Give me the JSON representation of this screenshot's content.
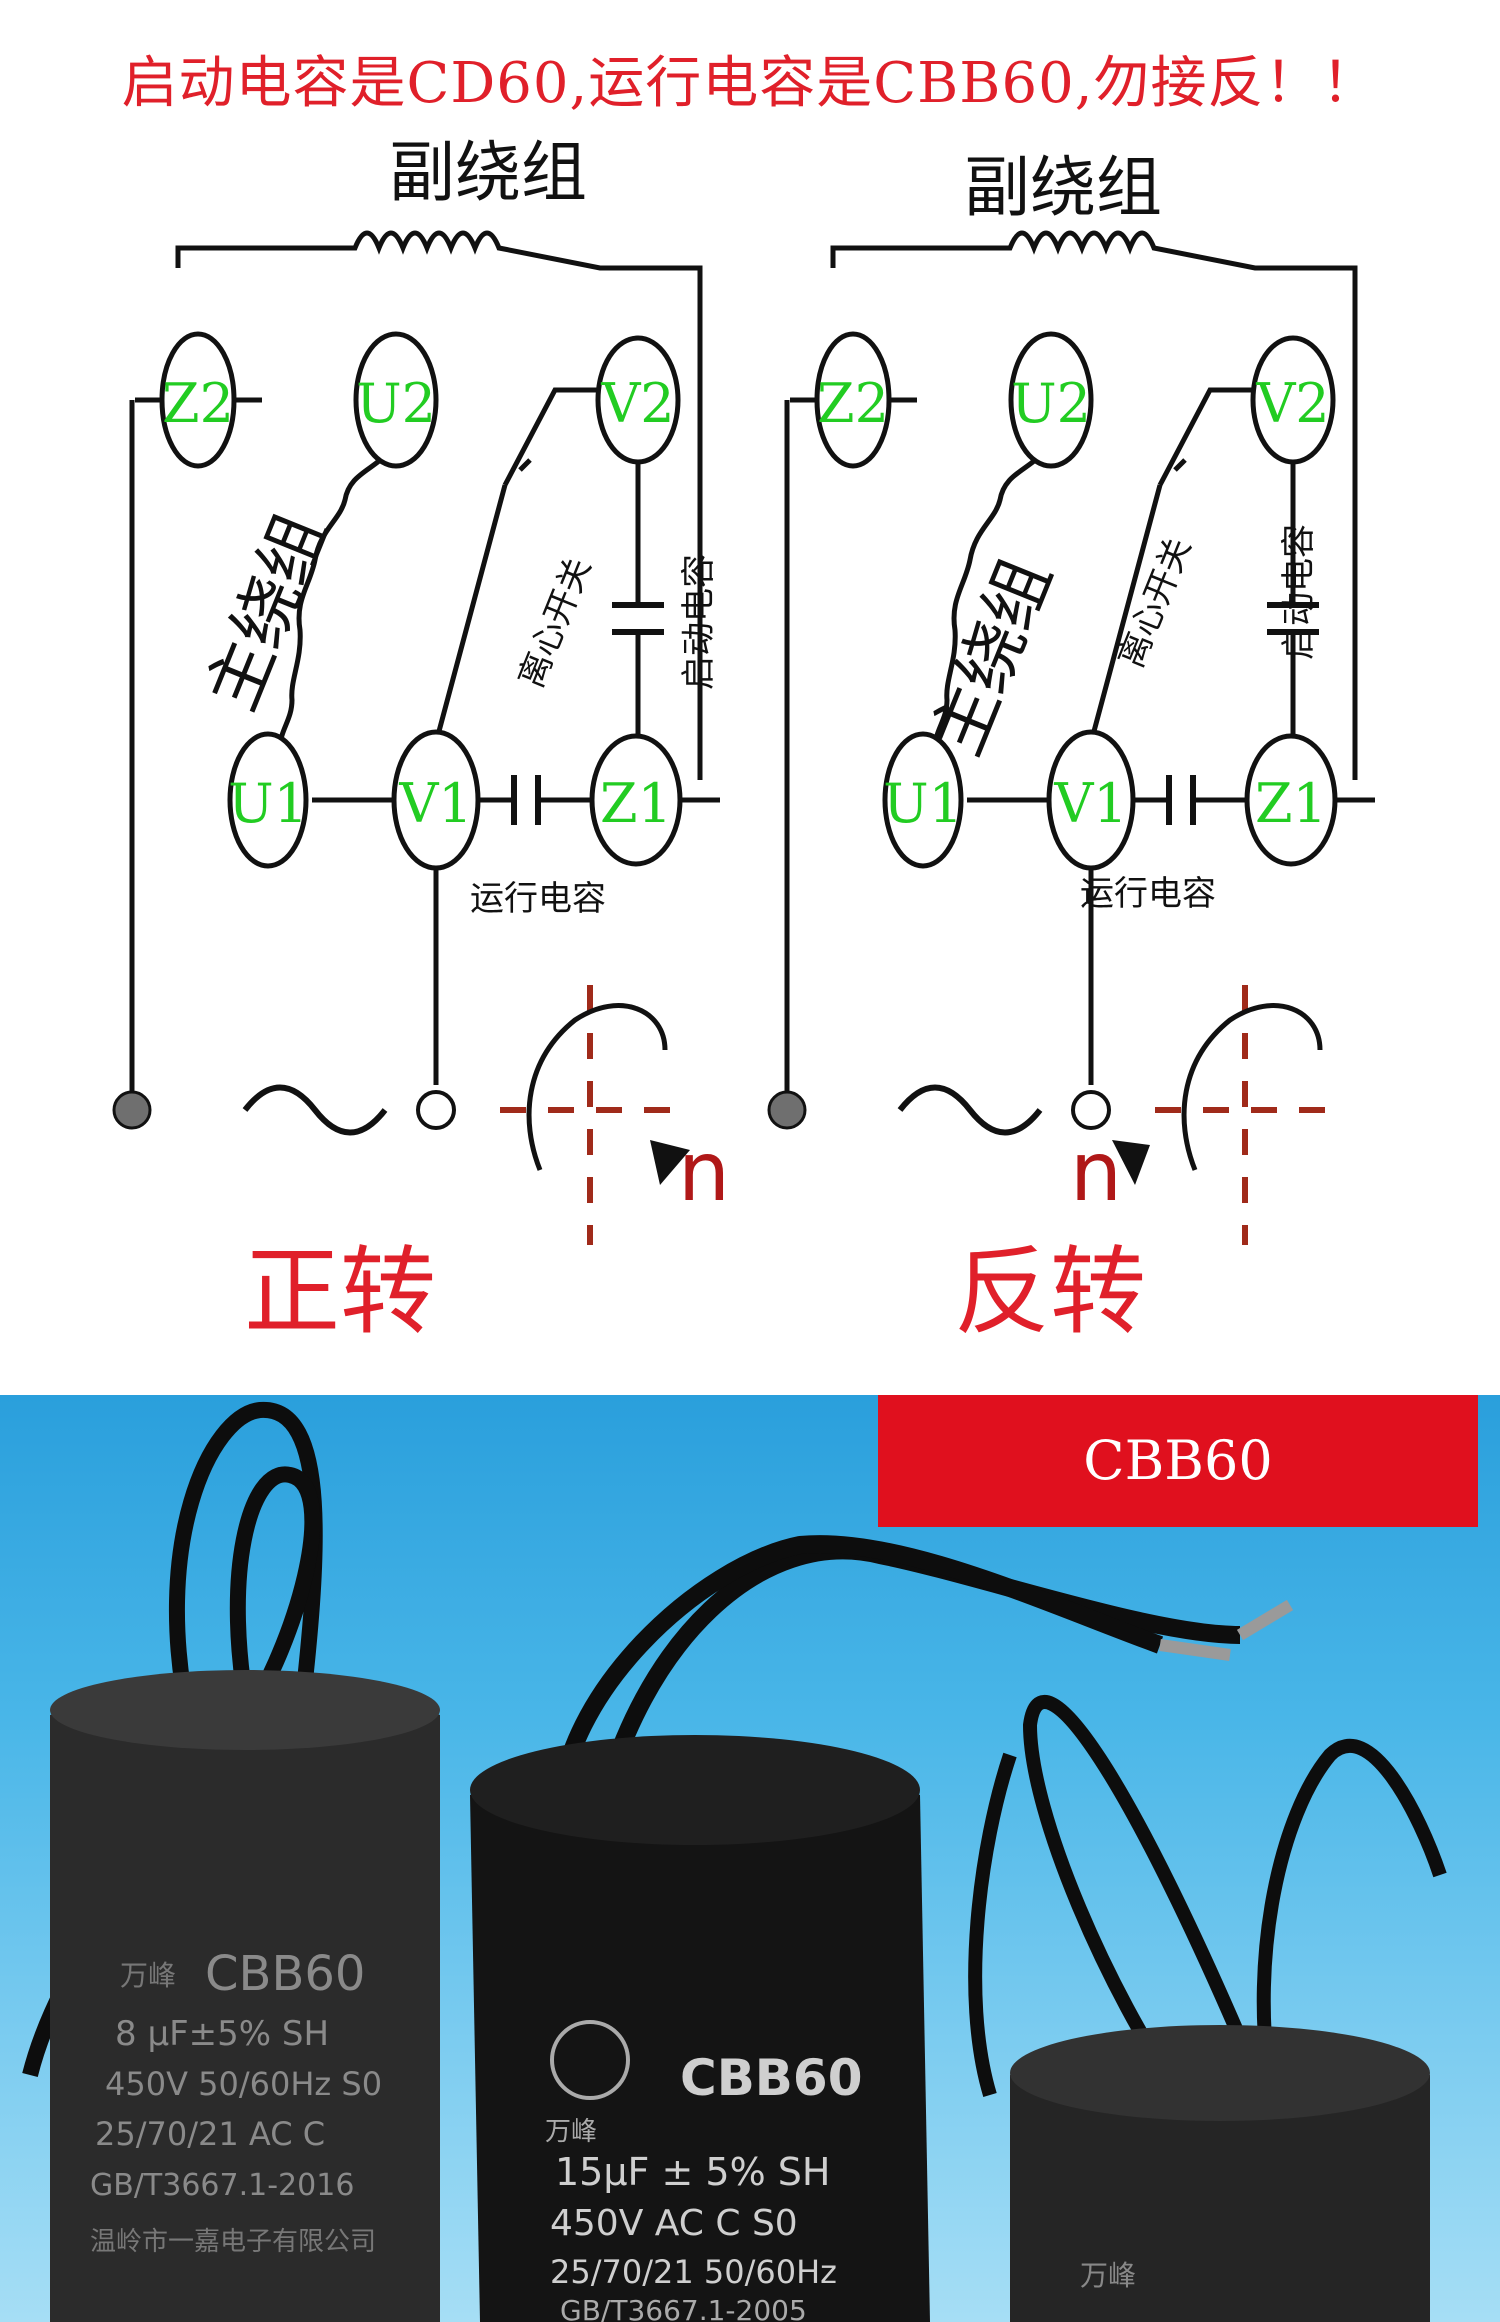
{
  "headline": "启动电容是CD60,运行电容是CBB60,勿接反！！",
  "diagrams": [
    {
      "aux_winding": "副绕组",
      "main_winding": "主绕组",
      "centrifugal_switch": "离心开关",
      "start_capacitor": "启动电容",
      "run_capacitor": "运行电容",
      "terminals": [
        "Z2",
        "U2",
        "V2",
        "U1",
        "V1",
        "Z1"
      ],
      "direction_label": "正转"
    },
    {
      "aux_winding": "副绕组",
      "main_winding": "主绕组",
      "centrifugal_switch": "离心开关",
      "start_capacitor": "启动电容",
      "run_capacitor": "运行电容",
      "terminals": [
        "Z2",
        "U2",
        "V2",
        "U1",
        "V1",
        "Z1"
      ],
      "direction_label": "反转"
    }
  ],
  "symbols": {
    "ac": "~",
    "rotation_mark": "n"
  },
  "product_banner": "CBB60",
  "capacitors": [
    {
      "model": "CBB60",
      "spec": "8 μF±5%  SH",
      "voltage": "450V 50/60Hz S0",
      "class": "25/70/21 AC C",
      "standard": "GB/T3667.1-2016",
      "maker": "温岭市一嘉电子有限公司",
      "brand": "万峰"
    },
    {
      "model": "CBB60",
      "spec": "15μF ± 5%  SH",
      "voltage": "450V  AC  C  S0",
      "class": "25/70/21  50/60Hz",
      "standard": "GB/T3667.1-2005",
      "brand": "万峰"
    },
    {
      "brand": "万峰"
    }
  ],
  "colors": {
    "headline": "#e0202a",
    "terminal_text": "#22cc22",
    "direction": "#e0202a",
    "banner": "#e0101e",
    "sky": "#49b6e8"
  }
}
